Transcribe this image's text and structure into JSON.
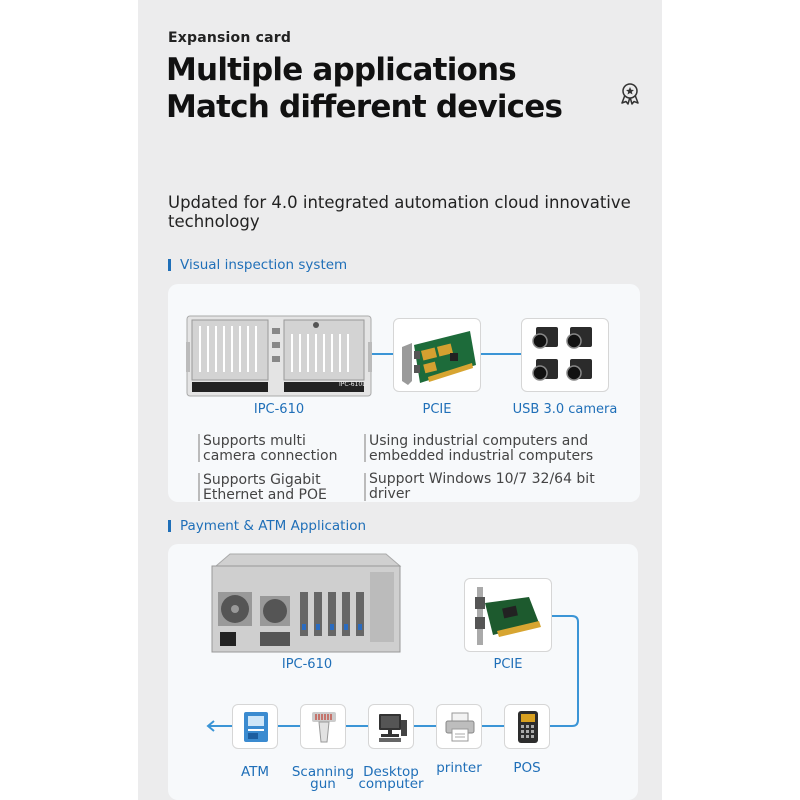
{
  "header": {
    "kicker": "Expansion card",
    "title_line1": "Multiple applications",
    "title_line2": "Match different devices",
    "badge_icon": "award-ribbon-icon"
  },
  "subtitle": "Updated for 4.0 integrated automation cloud innovative technology",
  "visual_section": {
    "heading": "Visual inspection system",
    "devices": [
      {
        "label": "IPC-610",
        "icon": "rackmount-computer-icon"
      },
      {
        "label": "PCIE",
        "icon": "pcie-card-icon"
      },
      {
        "label": "USB 3.0 camera",
        "icon": "industrial-camera-icon"
      }
    ],
    "features": [
      {
        "line1": "Supports multi",
        "line2": "camera connection"
      },
      {
        "line1": "Using industrial computers and",
        "line2": "embedded industrial computers"
      },
      {
        "line1": "Supports Gigabit",
        "line2": "Ethernet and POE"
      },
      {
        "line1": "Support Windows 10/7 32/64 bit",
        "line2": "driver"
      }
    ],
    "ipc_tag": "IPC-610L"
  },
  "payment_section": {
    "heading": "Payment & ATM Application",
    "devices": [
      {
        "label": "IPC-610",
        "icon": "computer-back-panel-icon"
      },
      {
        "label": "PCIE",
        "icon": "serial-pci-card-icon"
      }
    ],
    "peripherals": [
      {
        "line1": "ATM",
        "line2": "",
        "icon": "atm-icon"
      },
      {
        "line1": "Scanning",
        "line2": "gun",
        "icon": "barcode-scanner-icon"
      },
      {
        "line1": "Desktop",
        "line2": "computer",
        "icon": "desktop-computer-icon"
      },
      {
        "line1": "printer",
        "line2": "",
        "icon": "printer-icon"
      },
      {
        "line1": "POS",
        "line2": "",
        "icon": "pos-terminal-icon"
      }
    ]
  },
  "colors": {
    "accent": "#1f6fb8",
    "connector": "#3b95d6",
    "panel": "#ececed"
  }
}
